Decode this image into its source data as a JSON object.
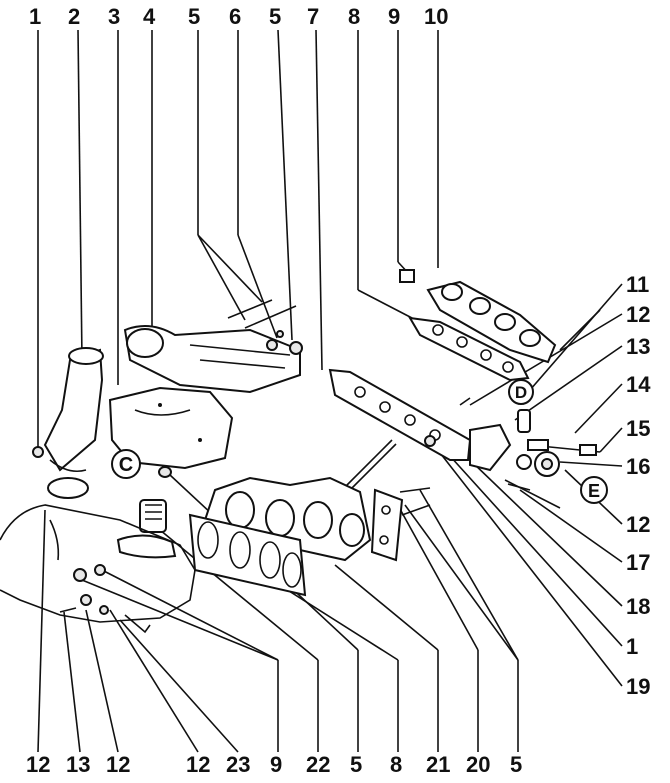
{
  "labels": {
    "top": [
      "1",
      "2",
      "3",
      "4",
      "5",
      "6",
      "5",
      "7",
      "8",
      "9",
      "10"
    ],
    "right": [
      "11",
      "12",
      "13",
      "14",
      "15",
      "16",
      "E",
      "12",
      "17",
      "18",
      "1",
      "19"
    ],
    "bottom": [
      "12",
      "13",
      "12",
      "12",
      "23",
      "9",
      "22",
      "5",
      "8",
      "21",
      "20",
      "5"
    ],
    "circled": [
      "C",
      "D",
      "E"
    ]
  }
}
